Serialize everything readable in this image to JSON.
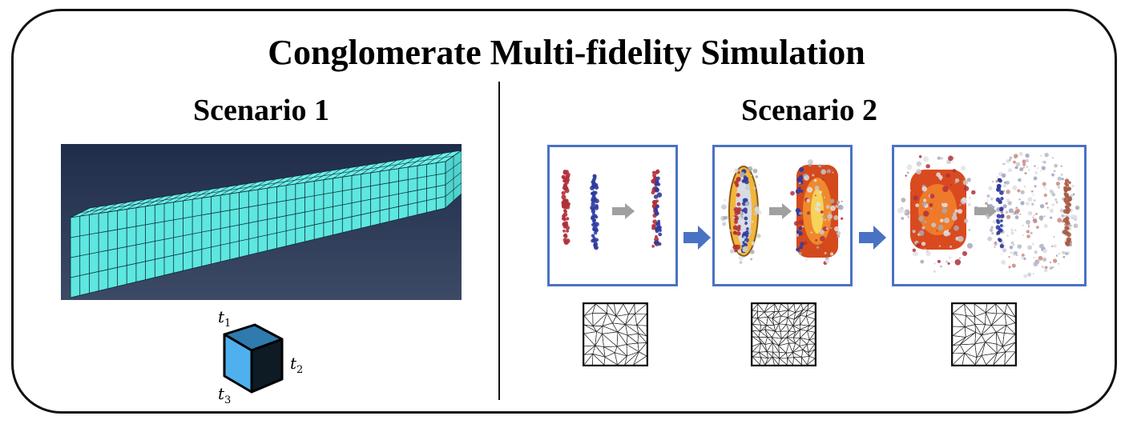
{
  "title": "Conglomerate Multi-fidelity Simulation",
  "scenario1": {
    "title": "Scenario 1",
    "cube_labels": [
      {
        "base": "t",
        "sub": "1"
      },
      {
        "base": "t",
        "sub": "2"
      },
      {
        "base": "t",
        "sub": "3"
      }
    ]
  },
  "scenario2": {
    "title": "Scenario 2"
  },
  "colors": {
    "frame": "#111111",
    "beam_face": "#5ee6e0",
    "beam_background_top": "#1f2d4a",
    "beam_background_bottom": "#3c4a66",
    "sim_border": "#4a72c4",
    "flow_arrow": "#4a72c4",
    "inner_arrow": "#a0a0a0",
    "cube_front": "#4fb0ee",
    "cube_top": "#2f7bae",
    "cube_side": "#0e1a24"
  }
}
